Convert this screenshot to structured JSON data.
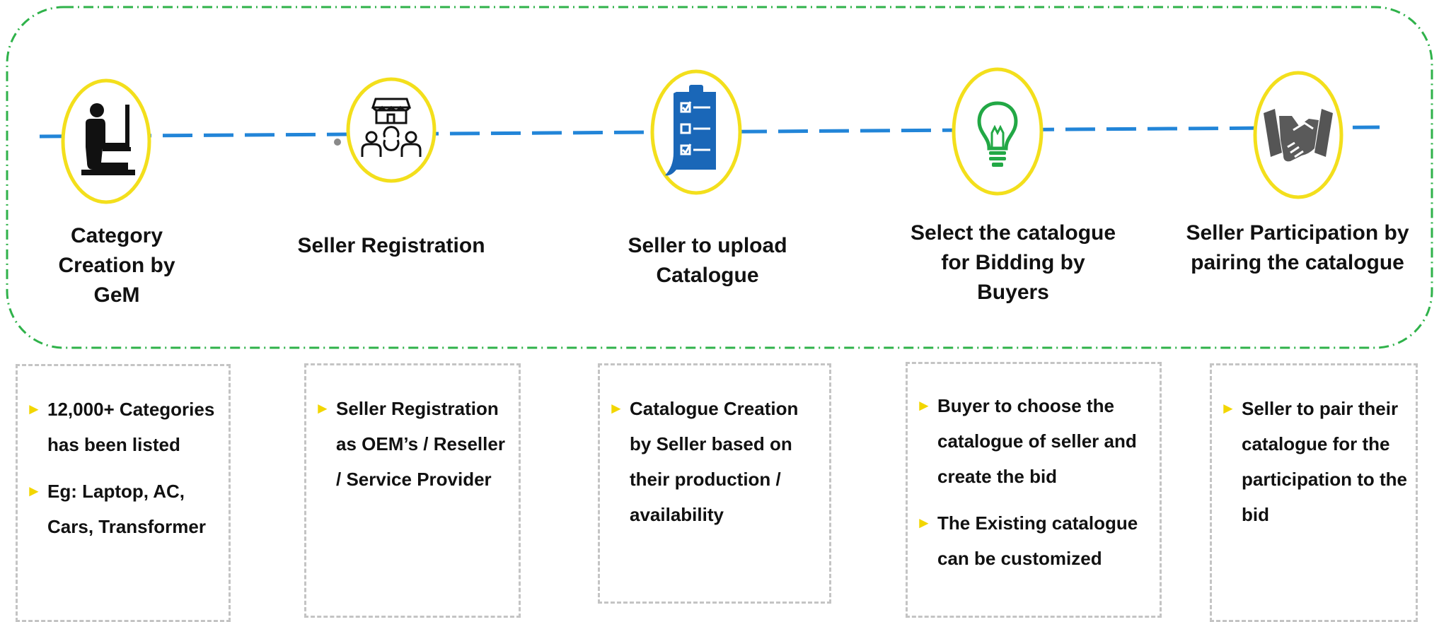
{
  "colors": {
    "frame_border": "#2fb24a",
    "timeline": "#2285d8",
    "icon_ring": "#f3df1c",
    "box_border": "#c4c4c4",
    "bullet": "#f2d600"
  },
  "steps": [
    {
      "icon": "person-at-computer-icon",
      "title_lines": [
        "Category",
        "Creation by",
        "GeM"
      ],
      "bullets": [
        "12,000+ Categories has been listed",
        "Eg: Laptop, AC, Cars, Transformer"
      ]
    },
    {
      "icon": "store-meeting-icon",
      "title_lines": [
        "Seller Registration"
      ],
      "bullets": [
        "Seller Registration as OEM’s / Reseller / Service Provider"
      ]
    },
    {
      "icon": "clipboard-checklist-icon",
      "title_lines": [
        "Seller to upload",
        "Catalogue"
      ],
      "bullets": [
        "Catalogue Creation by Seller based on their production / availability"
      ]
    },
    {
      "icon": "lightbulb-icon",
      "title_lines": [
        "Select the catalogue",
        "for Bidding by",
        "Buyers"
      ],
      "bullets": [
        "Buyer to choose the catalogue of seller and create the bid",
        "The Existing catalogue can be customized"
      ]
    },
    {
      "icon": "handshake-icon",
      "title_lines": [
        "Seller Participation by",
        "pairing the catalogue"
      ],
      "bullets": [
        "Seller to pair their catalogue for the participation to the bid"
      ]
    }
  ]
}
